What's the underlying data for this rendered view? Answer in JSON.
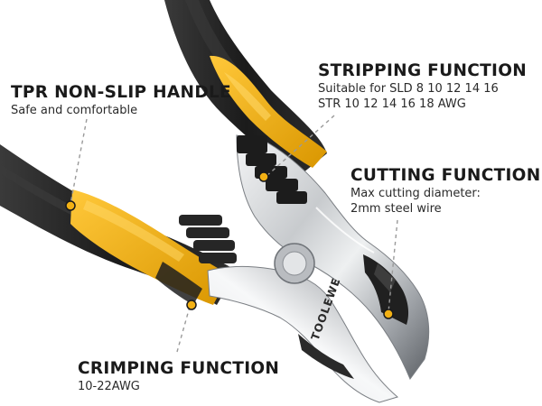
{
  "product": {
    "brand": "TOOLEWE"
  },
  "callouts": {
    "handle": {
      "title": "TPR NON-SLIP HANDLE",
      "lines": [
        "Safe and comfortable"
      ]
    },
    "stripping": {
      "title": "STRIPPING FUNCTION",
      "lines": [
        "Suitable for SLD 8 10 12 14 16",
        "STR 10 12 14 16 18 AWG"
      ]
    },
    "cutting": {
      "title": "CUTTING FUNCTION",
      "lines": [
        "Max cutting diameter:",
        "2mm steel wire"
      ]
    },
    "crimping": {
      "title": "CRIMPING FUNCTION",
      "lines": [
        "10-22AWG"
      ]
    }
  },
  "colors": {
    "handle_black": "#1e1e1e",
    "handle_yellow": "#f3b114",
    "steel": "#c9ccd0",
    "steel_dark": "#4a4d52",
    "marker_dot": "#f3b114"
  },
  "icons": [
    "leader-line",
    "marker-dot"
  ]
}
